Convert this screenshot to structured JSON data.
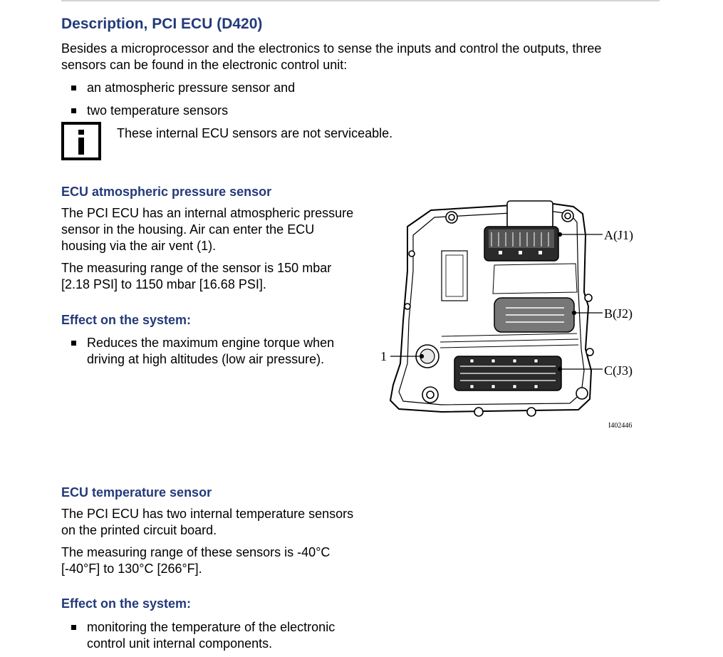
{
  "title": "Description, PCI ECU (D420)",
  "intro": {
    "text": "Besides a microprocessor and the electronics to sense the inputs and control the outputs, three sensors can be found in the electronic control unit:",
    "bullets": [
      "an atmospheric pressure sensor and",
      "two temperature sensors"
    ]
  },
  "note": {
    "icon": "info-icon",
    "text": "These internal ECU sensors are not serviceable."
  },
  "pressure": {
    "heading": "ECU atmospheric pressure sensor",
    "p1": "The PCI ECU has an internal atmospheric pressure sensor in the housing. Air can enter the ECU housing via the air vent (1).",
    "p2": "The measuring range of the sensor is 150 mbar [2.18 PSI] to 1150 mbar [16.68 PSI].",
    "effect_heading": "Effect on the system:",
    "effect_bullet": "Reduces the maximum engine torque when driving at high altitudes (low air pressure)."
  },
  "figure": {
    "label_a": "A(J1)",
    "label_b": "B(J2)",
    "label_c": "C(J3)",
    "label_vent": "1",
    "code": "I402446"
  },
  "temperature": {
    "heading": "ECU temperature sensor",
    "p1": "The PCI ECU has two internal temperature sensors on the printed circuit board.",
    "p2": "The measuring range of these sensors is -40°C [-40°F] to 130°C [266°F].",
    "effect_heading": "Effect on the system:",
    "effect_bullet": "monitoring the temperature of the electronic control unit internal components."
  }
}
